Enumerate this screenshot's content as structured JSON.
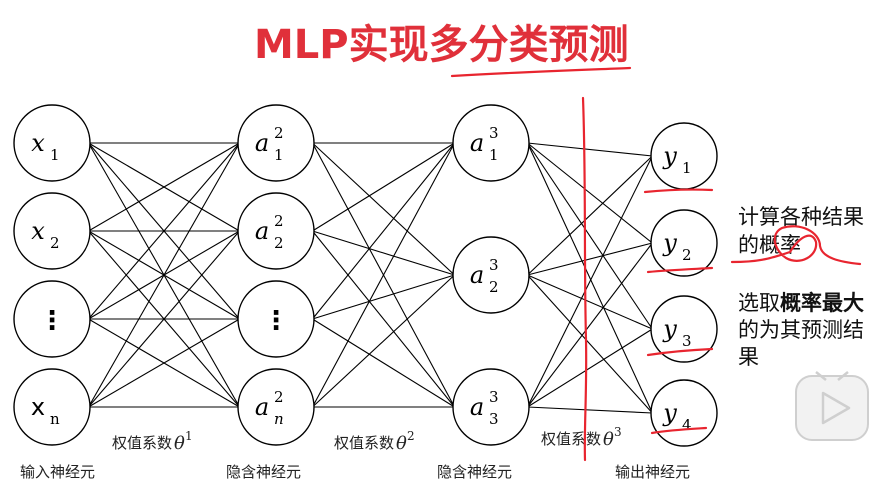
{
  "title": "MLP实现多分类预测",
  "layers": {
    "input": {
      "caption": "输入神经元",
      "nodes": [
        {
          "base": "x",
          "sub": "1"
        },
        {
          "base": "x",
          "sub": "2"
        },
        {
          "base": "⋮",
          "sub": ""
        },
        {
          "base": "x",
          "sub": "n"
        }
      ]
    },
    "hidden1": {
      "caption": "隐含神经元",
      "nodes": [
        {
          "base": "a",
          "sup": "2",
          "sub": "1"
        },
        {
          "base": "a",
          "sup": "2",
          "sub": "2"
        },
        {
          "base": "⋮",
          "sup": "",
          "sub": ""
        },
        {
          "base": "a",
          "sup": "2",
          "sub": "n"
        }
      ]
    },
    "hidden2": {
      "caption": "隐含神经元",
      "nodes": [
        {
          "base": "a",
          "sup": "3",
          "sub": "1"
        },
        {
          "base": "a",
          "sup": "3",
          "sub": "2"
        },
        {
          "base": "a",
          "sup": "3",
          "sub": "3"
        }
      ]
    },
    "output": {
      "caption": "输出神经元",
      "nodes": [
        {
          "base": "y",
          "sub": "1"
        },
        {
          "base": "y",
          "sub": "2"
        },
        {
          "base": "y",
          "sub": "3"
        },
        {
          "base": "y",
          "sub": "4"
        }
      ]
    }
  },
  "weights": [
    {
      "text": "权值系数",
      "symbol": "θ",
      "sup": "1"
    },
    {
      "text": "权值系数",
      "symbol": "θ",
      "sup": "2"
    },
    {
      "text": "权值系数",
      "symbol": "θ",
      "sup": "3"
    }
  ],
  "notes": {
    "note1_line1": "计算各种结果",
    "note1_line2": "的概率",
    "note2_line1_a": "选取",
    "note2_line1_b": "概率最大",
    "note2_line2": "的为其预测结",
    "note2_line3": "果"
  },
  "colors": {
    "title": "#e0303a",
    "annotation_ink": "#e8252f"
  },
  "icons": [
    "play-button-icon"
  ]
}
